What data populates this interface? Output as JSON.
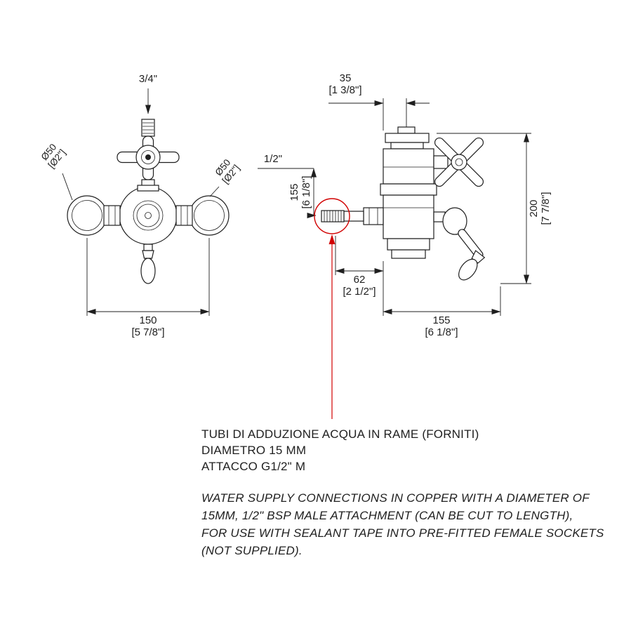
{
  "front_view": {
    "top_thread": "3/4\"",
    "left_dia_line1": "Ø50",
    "left_dia_line2": "[Ø2\"]",
    "right_dia_line1": "Ø50",
    "right_dia_line2": "[Ø2\"]",
    "width_mm": "150",
    "width_in": "[5 7/8\"]"
  },
  "side_view": {
    "top_mm": "35",
    "top_in": "[1 3/8\"]",
    "inlet_thread": "1/2\"",
    "inlet_height_mm": "155",
    "inlet_height_in": "[6 1/8\"]",
    "total_height_mm": "200",
    "total_height_in": "[7 7/8\"]",
    "depth_mm": "62",
    "depth_in": "[2 1/2\"]",
    "width_mm": "155",
    "width_in": "[6 1/8\"]"
  },
  "notes": {
    "it": [
      "TUBI DI ADDUZIONE ACQUA IN RAME (FORNITI)",
      "DIAMETRO 15 MM",
      "ATTACCO G1/2\" M"
    ],
    "en": [
      "WATER SUPPLY CONNECTIONS IN COPPER WITH A DIAMETER OF",
      "15MM, 1/2\" BSP MALE ATTACHMENT (CAN BE CUT TO LENGTH),",
      "FOR USE WITH SEALANT TAPE INTO PRE-FITTED FEMALE SOCKETS",
      "(NOT SUPPLIED)."
    ]
  },
  "colors": {
    "line": "#1f1f1f",
    "highlight": "#d10000"
  }
}
